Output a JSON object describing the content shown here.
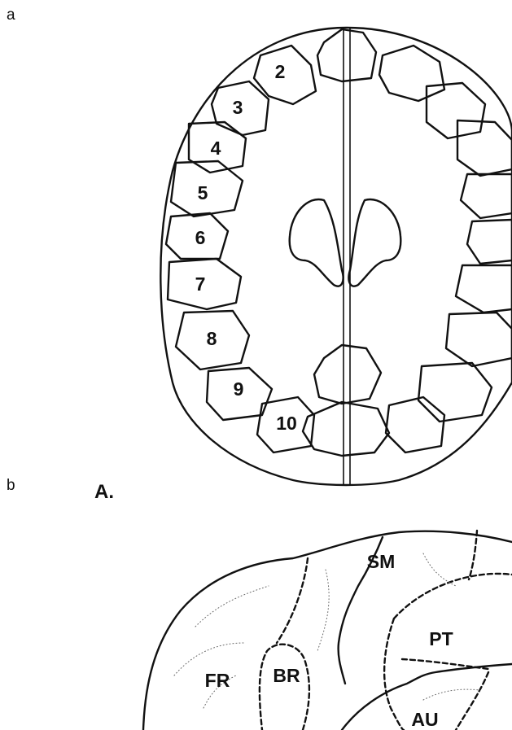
{
  "panels": {
    "a": {
      "letter": "a"
    },
    "b": {
      "letter": "b",
      "sublabel": "A."
    }
  },
  "electrode_numbers": [
    "2",
    "3",
    "4",
    "5",
    "6",
    "7",
    "8",
    "9",
    "10"
  ],
  "brain_areas": [
    "SM",
    "PT",
    "FR",
    "BR",
    "AU"
  ]
}
